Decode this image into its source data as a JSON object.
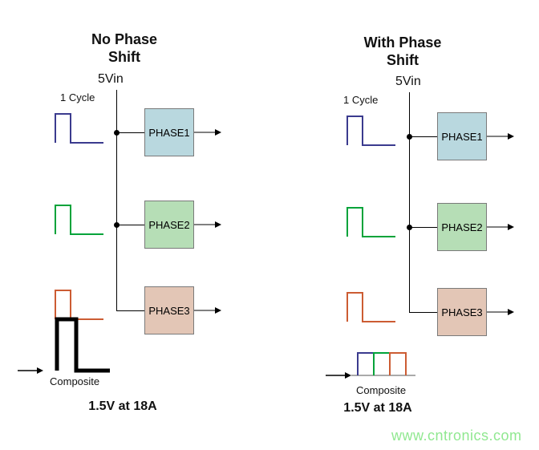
{
  "watermark": {
    "text": "www.cntronics.com",
    "color": "#90e890"
  },
  "panels": [
    {
      "title_line1": "No Phase",
      "title_line2": "Shift",
      "vin_label": "5Vin",
      "cycle_label": "1 Cycle",
      "phases": [
        {
          "label": "PHASE1",
          "fill": "#b9d8df",
          "wave_color": "#3b3b8e"
        },
        {
          "label": "PHASE2",
          "fill": "#b6deb6",
          "wave_color": "#00a33a"
        },
        {
          "label": "PHASE3",
          "fill": "#e3c6b6",
          "wave_color": "#cc5c33"
        }
      ],
      "composite_label": "Composite",
      "composite_color": "#000000",
      "output_label": "1.5V at 18A"
    },
    {
      "title_line1": "With Phase",
      "title_line2": "Shift",
      "vin_label": "5Vin",
      "cycle_label": "1 Cycle",
      "phases": [
        {
          "label": "PHASE1",
          "fill": "#b9d8df",
          "wave_color": "#3b3b8e"
        },
        {
          "label": "PHASE2",
          "fill": "#b6deb6",
          "wave_color": "#00a33a"
        },
        {
          "label": "PHASE3",
          "fill": "#e3c6b6",
          "wave_color": "#cc5c33"
        }
      ],
      "composite_label": "Composite",
      "output_label": "1.5V at 18A"
    }
  ]
}
